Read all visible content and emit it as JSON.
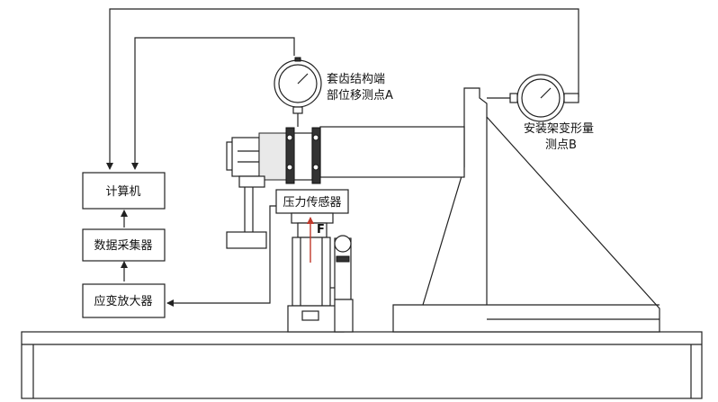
{
  "labels": {
    "gauge_a_line1": "套齿结构端",
    "gauge_a_line2": "部位移测点A",
    "gauge_b_line1": "安装架变形量",
    "gauge_b_line2": "测点B",
    "force_sensor": "压力传感器",
    "force": "F"
  },
  "boxes": {
    "computer": "计算机",
    "daq": "数据采集器",
    "amplifier": "应变放大器"
  },
  "colors": {
    "force_arrow": "#c0392b",
    "line": "#222222"
  }
}
